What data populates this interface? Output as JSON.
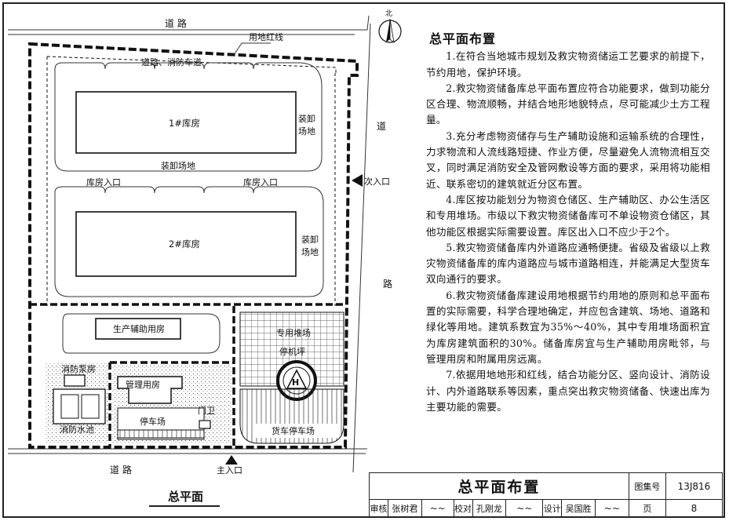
{
  "plan": {
    "road_top": "道  路",
    "road_right_1": "道",
    "road_right_2": "路",
    "road_bottom": "道  路",
    "north_label": "北",
    "red_line_label": "用地红线",
    "fire_road_label": "道路、消防车道",
    "warehouse1": "1#库房",
    "warehouse2": "2#库房",
    "loading_1a": "装卸",
    "loading_1b": "场地",
    "loading_2a": "装卸",
    "loading_2b": "场地",
    "loading_mid": "装卸场地",
    "entry_left": "库房入口",
    "entry_right": "库房入口",
    "secondary_entrance": "次入口",
    "aux_building": "生产辅助用房",
    "pump_room": "消防泵房",
    "fire_pool": "消防水池",
    "mgmt_building": "管理用房",
    "parking": "停车场",
    "guard": "门卫",
    "yard_1": "专用堆场",
    "yard_2": "停机坪",
    "truck_parking": "货车停车场",
    "main_entrance": "主入口"
  },
  "notes": {
    "heading": "总平面布置",
    "items": [
      "1.在符合当地城市规划及救灾物资储运工艺要求的前提下，节约用地，保护环境。",
      "2.救灾物资储备库总平面布置应符合功能要求，做到功能分区合理、物流顺畅，并结合地形地貌特点，尽可能减少土方工程量。",
      "3.充分考虑物资储存与生产辅助设施和运输系统的合理性，力求物流和人流线路短捷、作业方便，尽量避免人流物流相互交叉，同时满足消防安全及管网敷设等方面的要求，采用将功能相近、联系密切的建筑就近分区布置。",
      "4.库区按功能划分为物资仓储区、生产辅助区、办公生活区和专用堆场。市级以下救灾物资储备库可不单设物资仓储区，其他功能区根据实际需要设置。库区出入口不应少于2个。",
      "5.救灾物资储备库内外道路应通畅便捷。省级及省级以上救灾物资储备库的库内道路应与城市道路相连，并能满足大型货车双向通行的要求。",
      "6.救灾物资储备库建设用地根据节约用地的原则和总平面布置的实际需要，科学合理地确定，并应包含建筑、场地、道路和绿化等用地。建筑系数宜为35%～40%，其中专用堆场面积宜为库房建筑面积的30%。储备库房宜与生产辅助用房毗邻，与管理用房和附属用房远离。",
      "7.依据用地地形和红线，结合功能分区、竖向设计、消防设计、内外道路联系等因素，重点突出救灾物资储备、快速出库为主要功能的需要。"
    ]
  },
  "caption": "总平面",
  "title_block": {
    "title": "总平面布置",
    "atlas_label": "图集号",
    "atlas_no": "13J816",
    "review_label": "审核",
    "review_name": "张树君",
    "check_label": "校对",
    "check_name": "孔刚龙",
    "design_label": "设计",
    "design_name": "吴国胜",
    "page_label": "页",
    "page_no": "8"
  }
}
